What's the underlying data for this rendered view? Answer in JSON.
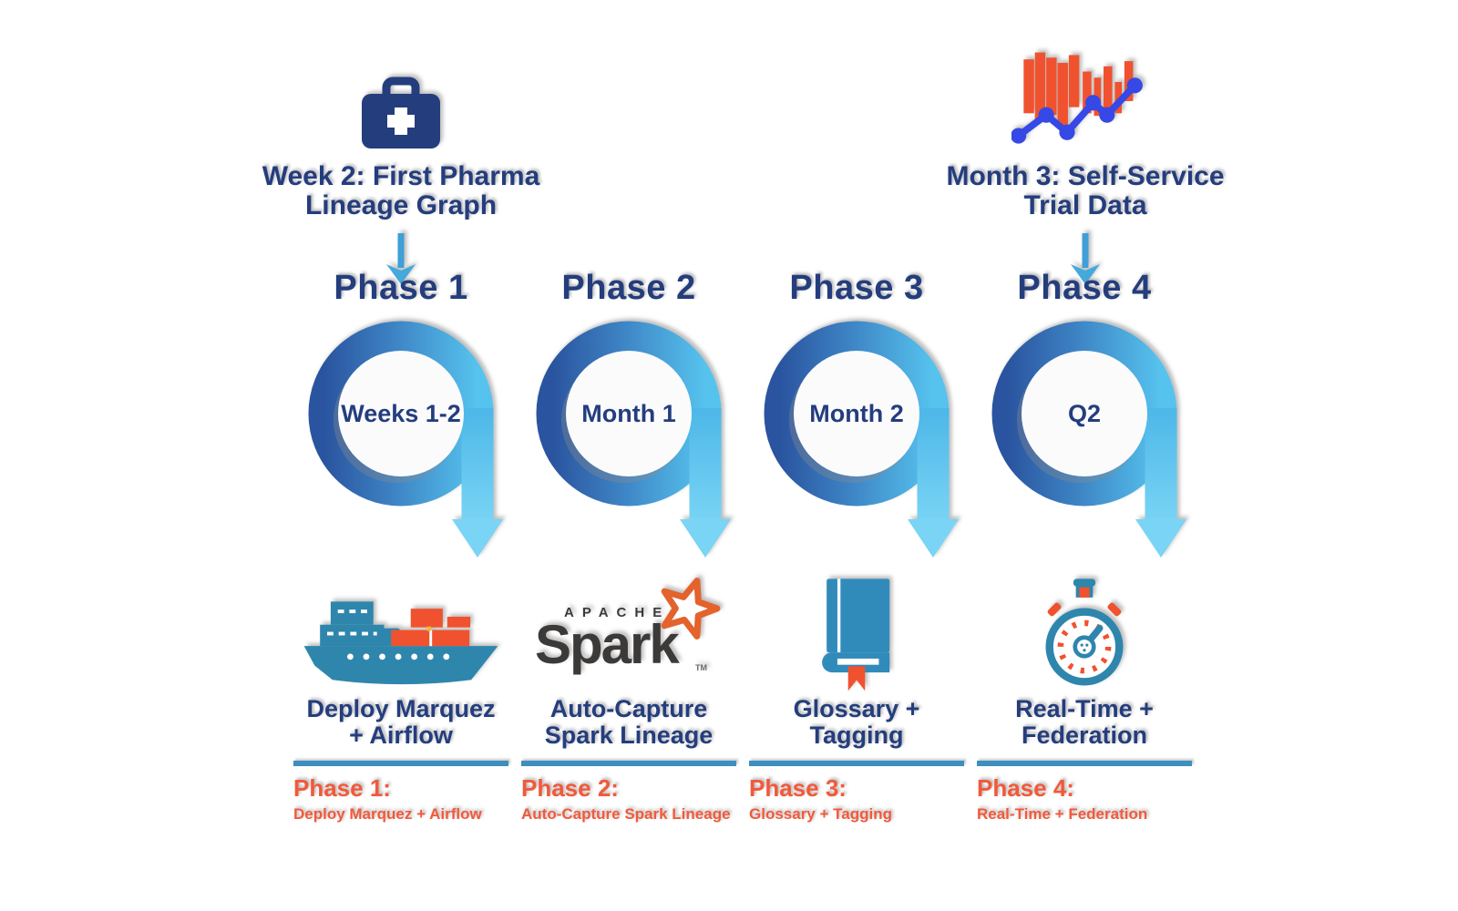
{
  "callouts": {
    "left": {
      "line1": "Week 2: First Pharma",
      "line2": "Lineage Graph"
    },
    "right": {
      "line1": "Month 3: Self-Service",
      "line2": "Trial Data"
    }
  },
  "phases": [
    {
      "header": "Phase 1",
      "timeframe": "Weeks 1-2",
      "label_line1": "Deploy Marquez",
      "label_line2": "+ Airflow",
      "footer_title": "Phase 1:",
      "footer_text": "Deploy Marquez + Airflow"
    },
    {
      "header": "Phase 2",
      "timeframe": "Month 1",
      "label_line1": "Auto-Capture",
      "label_line2": "Spark Lineage",
      "footer_title": "Phase 2:",
      "footer_text": "Auto-Capture Spark Lineage"
    },
    {
      "header": "Phase 3",
      "timeframe": "Month 2",
      "label_line1": "Glossary +",
      "label_line2": "Tagging",
      "footer_title": "Phase 3:",
      "footer_text": "Glossary + Tagging"
    },
    {
      "header": "Phase 4",
      "timeframe": "Q2",
      "label_line1": "Real-Time +",
      "label_line2": "Federation",
      "footer_title": "Phase 4:",
      "footer_text": "Real-Time + Federation"
    }
  ],
  "spark_logo": {
    "top": "APACHE",
    "main": "Spark",
    "tm": "TM"
  },
  "icons": {
    "left_callout": "first-aid-briefcase",
    "right_callout": "bar-line-chart",
    "connector": "down-arrow",
    "phase1": "cargo-ship",
    "phase2": "apache-spark-logo",
    "phase3": "glossary-book",
    "phase4": "stopwatch"
  },
  "colors": {
    "navy_text": "#243d7d",
    "orange_accent": "#f2593a",
    "loop_gradient_dark": "#2a549f",
    "loop_gradient_light": "#56c3ee",
    "divider_blue": "#3d8fbe",
    "icon_blue": "#2e86ad",
    "chart_line_blue": "#3648e6",
    "spark_gray": "#3c3a39"
  }
}
